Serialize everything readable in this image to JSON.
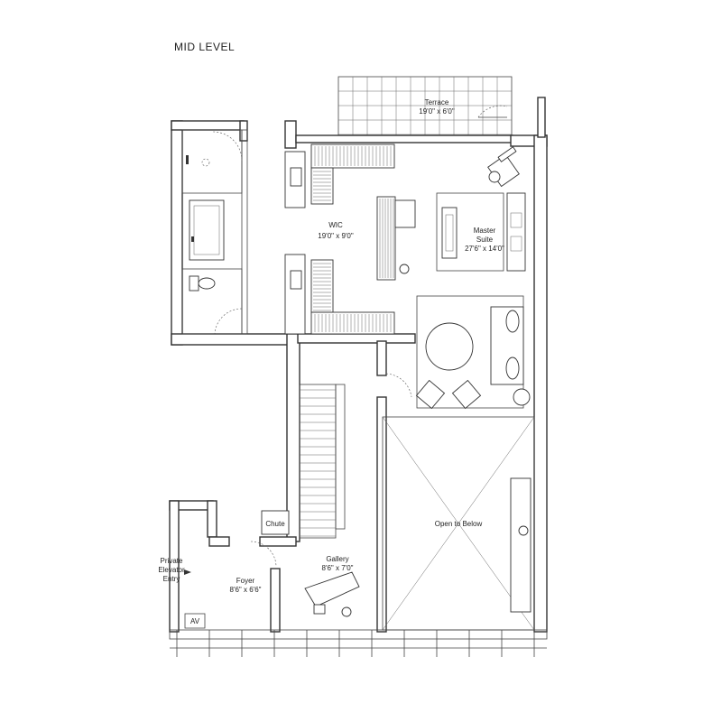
{
  "level_title": "MID LEVEL",
  "rooms": {
    "terrace": {
      "name": "Terrace",
      "dims": "19'0\" x 6'0\""
    },
    "wic": {
      "name": "WIC",
      "dims": "19'0\" x 9'0\""
    },
    "master": {
      "name_line1": "Master",
      "name_line2": "Suite",
      "dims": "27'6\" x 14'0\""
    },
    "gallery": {
      "name": "Gallery",
      "dims": "8'6\" x 7'0\""
    },
    "foyer": {
      "name": "Foyer",
      "dims": "8'6\" x 6'6\""
    },
    "open_below": {
      "name": "Open to Below"
    }
  },
  "labels": {
    "chute": "Chute",
    "av": "AV",
    "entry_line1": "Private",
    "entry_line2": "Elevator",
    "entry_line3": "Entry"
  }
}
